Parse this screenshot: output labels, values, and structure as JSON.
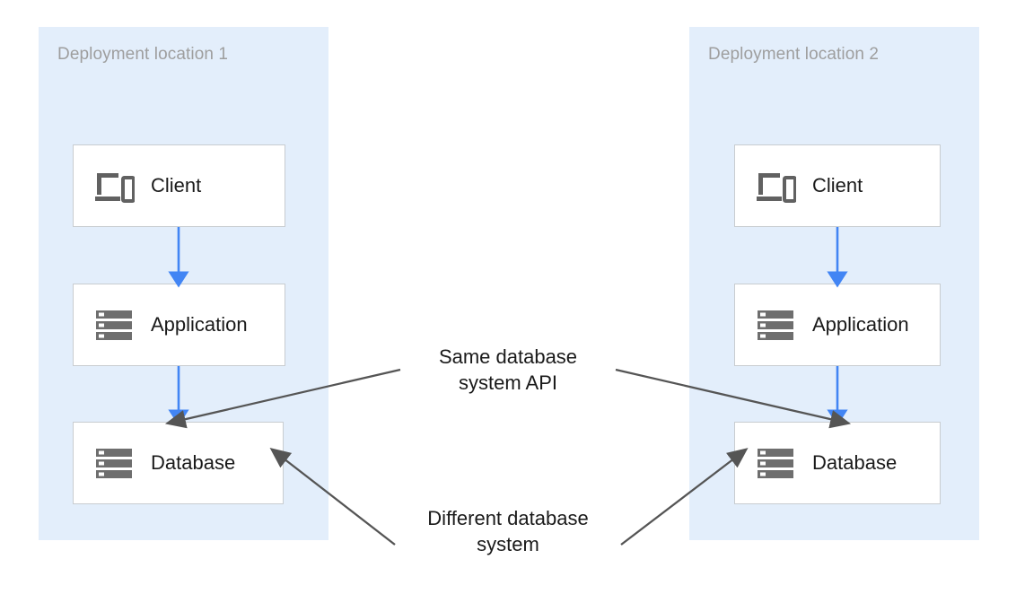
{
  "diagram": {
    "background_color": "#ffffff",
    "zone_color": "#e3eefb",
    "flow_arrow_color": "#4285f4",
    "annotation_arrow_color": "#555555",
    "node_border_color": "#c8ccd0",
    "zone_label_color": "#9e9e9e",
    "zones": [
      {
        "id": "deployment-location-1",
        "label": "Deployment location 1",
        "nodes": [
          {
            "id": "client-1",
            "label": "Client",
            "icon": "devices-icon"
          },
          {
            "id": "application-1",
            "label": "Application",
            "icon": "server-stack-icon"
          },
          {
            "id": "database-1",
            "label": "Database",
            "icon": "server-stack-icon"
          }
        ]
      },
      {
        "id": "deployment-location-2",
        "label": "Deployment location 2",
        "nodes": [
          {
            "id": "client-2",
            "label": "Client",
            "icon": "devices-icon"
          },
          {
            "id": "application-2",
            "label": "Application",
            "icon": "server-stack-icon"
          },
          {
            "id": "database-2",
            "label": "Database",
            "icon": "server-stack-icon"
          }
        ]
      }
    ],
    "annotations": [
      {
        "id": "same-database-system-api",
        "text": "Same database\nsystem API"
      },
      {
        "id": "different-database-system",
        "text": "Different database\nsystem"
      }
    ]
  }
}
